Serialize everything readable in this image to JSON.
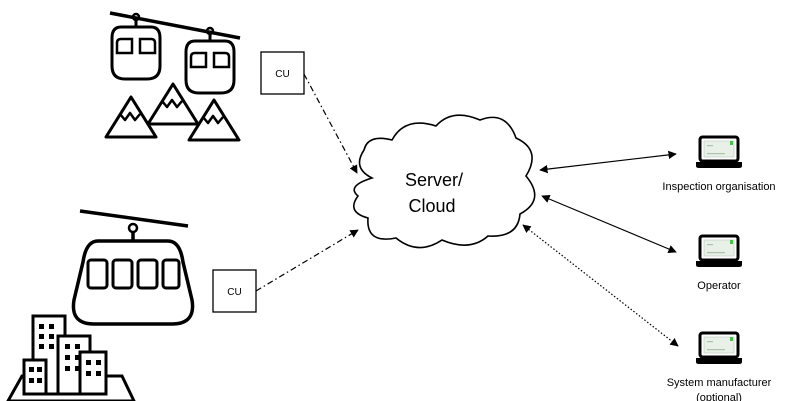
{
  "diagram": {
    "server": {
      "label_line1": "Server/",
      "label_line2": "Cloud",
      "icon": "cloud-icon"
    },
    "control_units": [
      {
        "id": "cu-top",
        "label": "CU",
        "connected_to": "server",
        "link_style": "dash-dot"
      },
      {
        "id": "cu-bottom",
        "label": "CU",
        "connected_to": "server",
        "link_style": "dash-dot"
      }
    ],
    "installations": [
      {
        "id": "mountain-gondola",
        "icons": [
          "cable-line-icon",
          "gondola-cabin-icon",
          "gondola-cabin-icon",
          "mountain-icon",
          "mountain-icon",
          "mountain-icon"
        ]
      },
      {
        "id": "urban-gondola",
        "icons": [
          "cable-line-icon",
          "gondola-cabin-icon",
          "city-buildings-icon"
        ]
      }
    ],
    "stakeholders": [
      {
        "id": "inspection",
        "label": "Inspection organisation",
        "icon": "laptop-icon",
        "link_style": "solid-bidirectional"
      },
      {
        "id": "operator",
        "label": "Operator",
        "icon": "laptop-icon",
        "link_style": "solid-bidirectional"
      },
      {
        "id": "manufacturer",
        "label": "System manufacturer",
        "label2": "(optional)",
        "icon": "laptop-icon",
        "link_style": "dotted-bidirectional"
      }
    ]
  }
}
